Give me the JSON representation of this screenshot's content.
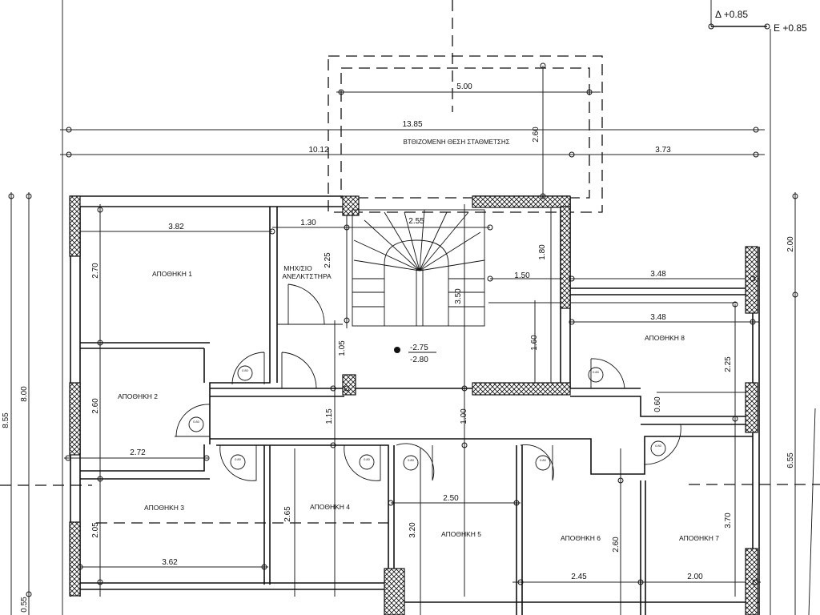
{
  "levels": {
    "delta": "Δ +0.85",
    "epsilon": "E +0.85"
  },
  "parking": {
    "label": "ΒΤΘΙΖΟΜΕΝΗ ΘΕΣΗ ΣΤΑΘΜΕΤΣΗΣ",
    "width": "5.00",
    "depth": "2.60"
  },
  "overall": {
    "total": "13.85",
    "left": "10.12",
    "right": "3.73",
    "height_left": "8.55",
    "height_inner": "8.00",
    "bottom_left": "0.55",
    "right_top": "2.00",
    "right_main": "6.55"
  },
  "rooms": [
    {
      "name": "ΑΠΟΘΗΚΗ 1"
    },
    {
      "name": "ΑΠΟΘΗΚΗ 2"
    },
    {
      "name": "ΑΠΟΘΗΚΗ 3"
    },
    {
      "name": "ΑΠΟΘΗΚΗ 4"
    },
    {
      "name": "ΑΠΟΘΗΚΗ 5"
    },
    {
      "name": "ΑΠΟΘΗΚΗ 6"
    },
    {
      "name": "ΑΠΟΘΗΚΗ 7"
    },
    {
      "name": "ΑΠΟΘΗΚΗ 8"
    }
  ],
  "machine_room": {
    "line1": "ΜΗΧ/ΣΙΟ",
    "line2": "ΑΝΕΛΚΤΣΤΗΡΑ"
  },
  "elevation": {
    "upper": "-2.75",
    "lower": "-2.80"
  },
  "dims": {
    "r1_w": "3.82",
    "r1_h": "2.70",
    "mech_w": "1.30",
    "mech_h": "2.25",
    "stair_w": "2.55",
    "stair_h": "3.50",
    "d_180": "1.80",
    "d_150": "1.50",
    "r8_w1": "3.48",
    "r8_w2": "3.48",
    "d_105": "1.05",
    "d_160": "1.60",
    "r8_h": "2.25",
    "r2_h": "2.60",
    "d_115": "1.15",
    "d_100": "1.00",
    "d_060": "0.60",
    "r2_w": "2.72",
    "r3_h": "2.05",
    "r3_w": "3.62",
    "r4_h": "2.65",
    "r5_w": "2.50",
    "r5_h": "3.20",
    "r6_h": "2.60",
    "r6_w": "2.45",
    "r7_w": "2.00",
    "r7_h": "3.70"
  },
  "door_tag": "0.80"
}
